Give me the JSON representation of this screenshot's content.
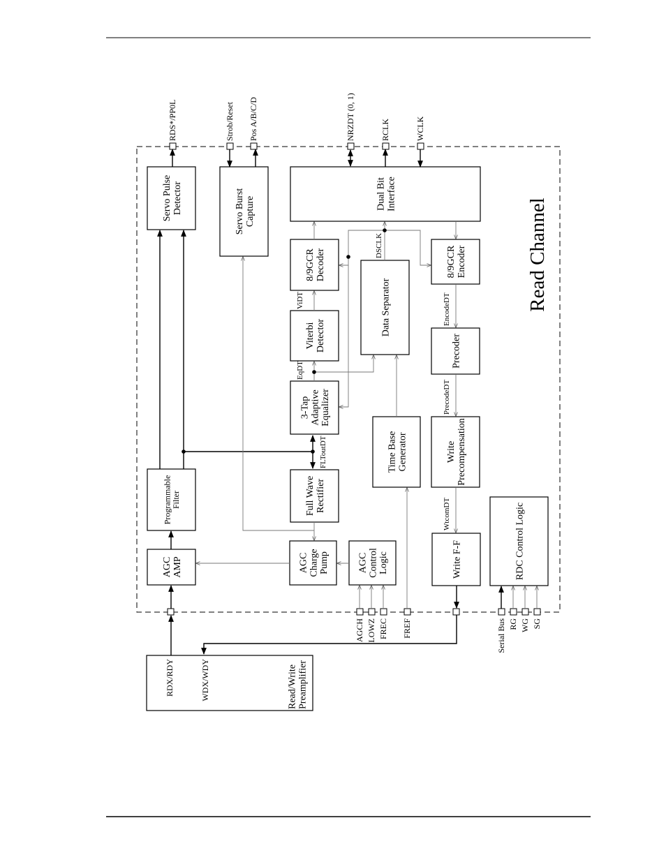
{
  "title": "Read Channel",
  "blocks": {
    "servo_pulse": [
      "Servo Pulse",
      "Detector"
    ],
    "servo_burst": [
      "Servo Burst",
      "Capture"
    ],
    "dual_bit": [
      "Dual Bit",
      "Interface"
    ],
    "gcr_decoder": [
      "8/9GCR",
      "Decoder"
    ],
    "data_separator": [
      "Data Separator"
    ],
    "gcr_encoder": [
      "8/9GCR",
      "Encoder"
    ],
    "viterbi": [
      "Viterbi",
      "Detector"
    ],
    "precoder": [
      "Precoder"
    ],
    "equalizer": [
      "3-Tap",
      "Adaptive",
      "Equalizer"
    ],
    "time_base": [
      "Time Base",
      "Generator"
    ],
    "precomp": [
      "Write",
      "Precompensation"
    ],
    "prog_filter": [
      "Programmable",
      "Filter"
    ],
    "rectifier": [
      "Full Wave",
      "Rectifier"
    ],
    "rdc_logic": [
      "RDC Control Logic"
    ],
    "agc_amp": [
      "AGC",
      "AMP"
    ],
    "agc_pump": [
      "AGC",
      "Charge",
      "Pump"
    ],
    "agc_logic": [
      "AGC",
      "Control",
      "Logic"
    ],
    "write_ff": [
      "Write F-F"
    ],
    "preamp": [
      "Read/Write",
      "Preamplifier"
    ]
  },
  "pins": {
    "rds": "RDS*/PP0L",
    "strob": "Strob/Reset",
    "pos": "Pos A/B/C/D",
    "nrzdt": "NRZDT (0, 1)",
    "rclk": "RCLK",
    "wclk": "WCLK",
    "agch": "AGCH",
    "lowz": "LOWZ",
    "frec": "FREC",
    "fref": "FREF",
    "serial_bus": "Serial Bus",
    "rg": "RG",
    "wg": "WG",
    "sg": "SG"
  },
  "signals": {
    "vidt": "ViDT",
    "dsclk": "DSCLK",
    "encodedt": "EncodeDT",
    "eqdt": "EqDT",
    "precodedt": "PrecodeDT",
    "fltoutdt": "FLToutDT",
    "wtcomdt": "WtcomDT",
    "rdx_rdy": "RDX/RDY",
    "wdx_wdy": "WDX/WDY"
  }
}
